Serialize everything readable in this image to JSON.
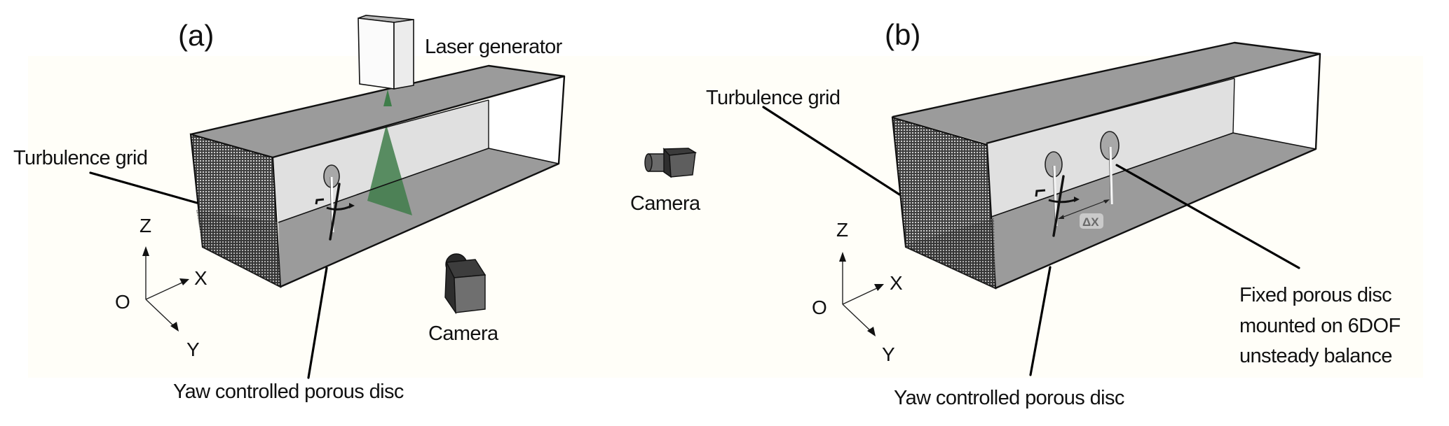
{
  "figure": {
    "panels": [
      {
        "id": "a",
        "label": "(a)",
        "labels": {
          "laser": "Laser generator",
          "turbulence_grid": "Turbulence grid",
          "camera_top": "Camera",
          "camera_bottom": "Camera",
          "yaw_disc": "Yaw controlled porous disc"
        },
        "axes": {
          "origin": "O",
          "x": "X",
          "y": "Y",
          "z": "Z"
        }
      },
      {
        "id": "b",
        "label": "(b)",
        "labels": {
          "turbulence_grid": "Turbulence grid",
          "yaw_disc": "Yaw controlled porous disc",
          "fixed_disc_lines": [
            "Fixed porous disc",
            "mounted on 6DOF",
            "unsteady balance"
          ],
          "spacing": "ΔX"
        },
        "axes": {
          "origin": "O",
          "x": "X",
          "y": "Y",
          "z": "Z"
        }
      }
    ],
    "colors": {
      "tunnel_wall": "#9b9b9b",
      "back_wall": "#e0e0e0",
      "laser_sheet": "#3f7d4a",
      "camera_body": "#4a4a4a",
      "camera_face": "#7a7a7a"
    }
  }
}
